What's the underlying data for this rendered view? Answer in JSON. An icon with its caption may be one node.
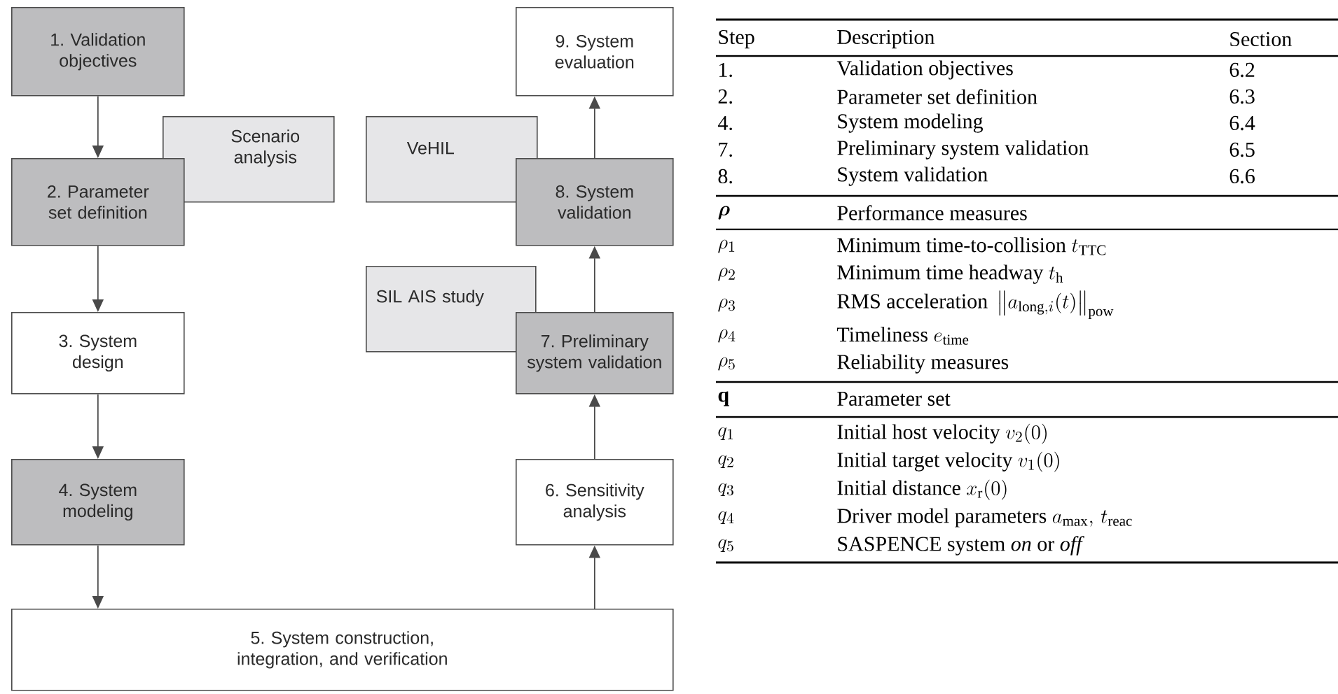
{
  "diagram": {
    "nodes": [
      {
        "text": [
          "1. Validation objectives"
        ]
      },
      {
        "text": [
          "Scenario analysis"
        ]
      },
      {
        "text": [
          "2. Parameter set definition"
        ]
      },
      {
        "text": [
          "3. System design"
        ]
      },
      {
        "text": [
          "4. System modeling"
        ]
      },
      {
        "text": [
          "5. System construction, integration, and verification"
        ]
      },
      {
        "text": [
          "6. Sensitivity analysis"
        ]
      },
      {
        "text": [
          "SIL AIS study"
        ]
      },
      {
        "text": [
          "7. Preliminary system validation"
        ]
      },
      {
        "text": [
          "VeHIL"
        ]
      },
      {
        "text": [
          "8. System validation"
        ]
      },
      {
        "text": [
          "9. System evaluation"
        ]
      }
    ],
    "edges": [
      {
        "from": 0,
        "to": 2,
        "arrow": "to"
      },
      {
        "from": 2,
        "to": 3,
        "arrow": "to"
      },
      {
        "from": 3,
        "to": 4,
        "arrow": "to"
      },
      {
        "from": 4,
        "to": 5,
        "arrow": "to"
      },
      {
        "from": 5,
        "to": 6,
        "arrow": "to"
      },
      {
        "from": 6,
        "to": 8,
        "arrow": "to"
      },
      {
        "from": 8,
        "to": 10,
        "arrow": "to"
      },
      {
        "from": 10,
        "to": 11,
        "arrow": "to"
      }
    ],
    "labels": [
      "Step",
      "Description",
      "Section",
      "1.",
      "Validation objectives",
      "6.2",
      "2.",
      "Parameter set definition",
      "6.3",
      "4.",
      "System modeling",
      "6.4",
      "7.",
      "Preliminary system validation",
      "6.5",
      "8.",
      "System validation",
      "6.6",
      "\\boldsymbol{\\rho}",
      "Performance measures",
      "\\rho_1",
      "\\mbox{Minimum time-to-collision } t_{\\mathrm{TTC}}",
      "\\rho_2",
      "\\mbox{Minimum time headway } t_{\\mathrm{h}}",
      "\\rho_3",
      "\\mbox{RMS acceleration } \\left\\|a_{\\mathrm{long},i}(t)\\right\\|_{\\mathrm{pow}}",
      "\\rho_4",
      "\\mbox{Timeliness } e_{\\mathrm{time}}",
      "\\rho_5",
      "Reliability measures",
      "\\mathbf{q}",
      "Parameter set",
      "q_1",
      "\\mbox{Initial host velocity } v_2(0)",
      "q_2",
      "\\mbox{Initial target velocity } v_1(0)",
      "q_3",
      "\\mbox{Initial distance } x_{\\mathrm{r}}(0)",
      "q_4",
      "\\mbox{Driver model parameters } a_{\\max},\\, t_{\\mathrm{reac}}",
      "q_5",
      "SASPENCE system *on* or *off*"
    ]
  }
}
